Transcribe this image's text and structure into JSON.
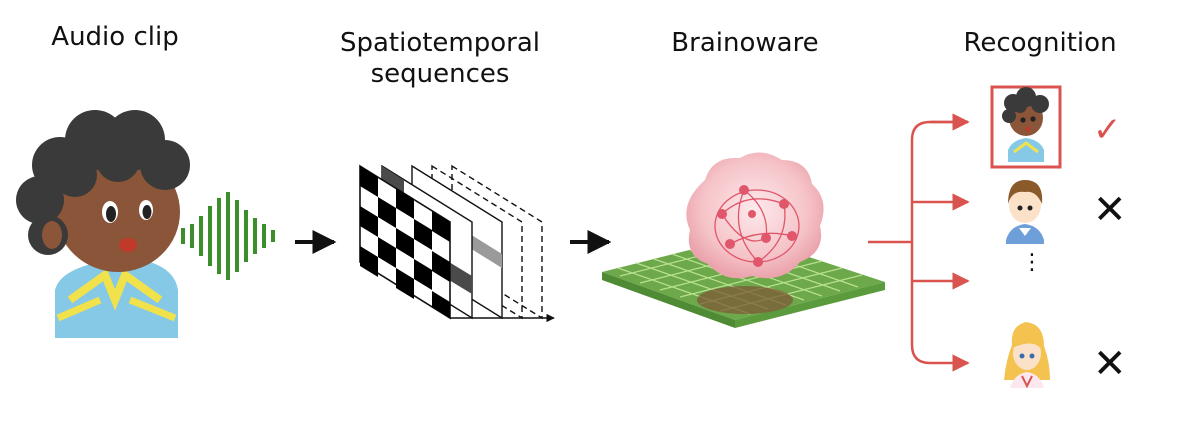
{
  "stages": {
    "audio": "Audio clip",
    "spatiotemporal_line1": "Spatiotemporal",
    "spatiotemporal_line2": "sequences",
    "brainoware": "Brainoware",
    "recognition": "Recognition"
  },
  "recognition": {
    "candidates": [
      {
        "icon": "boy-curly-hair-icon",
        "result": "✓",
        "selected": true
      },
      {
        "icon": "boy-brown-hair-icon",
        "result": "✕",
        "selected": false
      },
      {
        "icon": "girl-blonde-hair-icon",
        "result": "✕",
        "selected": false
      }
    ],
    "ellipsis": "⋮"
  },
  "colors": {
    "accent_red": "#d9534f",
    "wave_green": "#3a8f2a",
    "chip_green": "#8fc46a",
    "organoid_pink": "#f5c3c8"
  }
}
